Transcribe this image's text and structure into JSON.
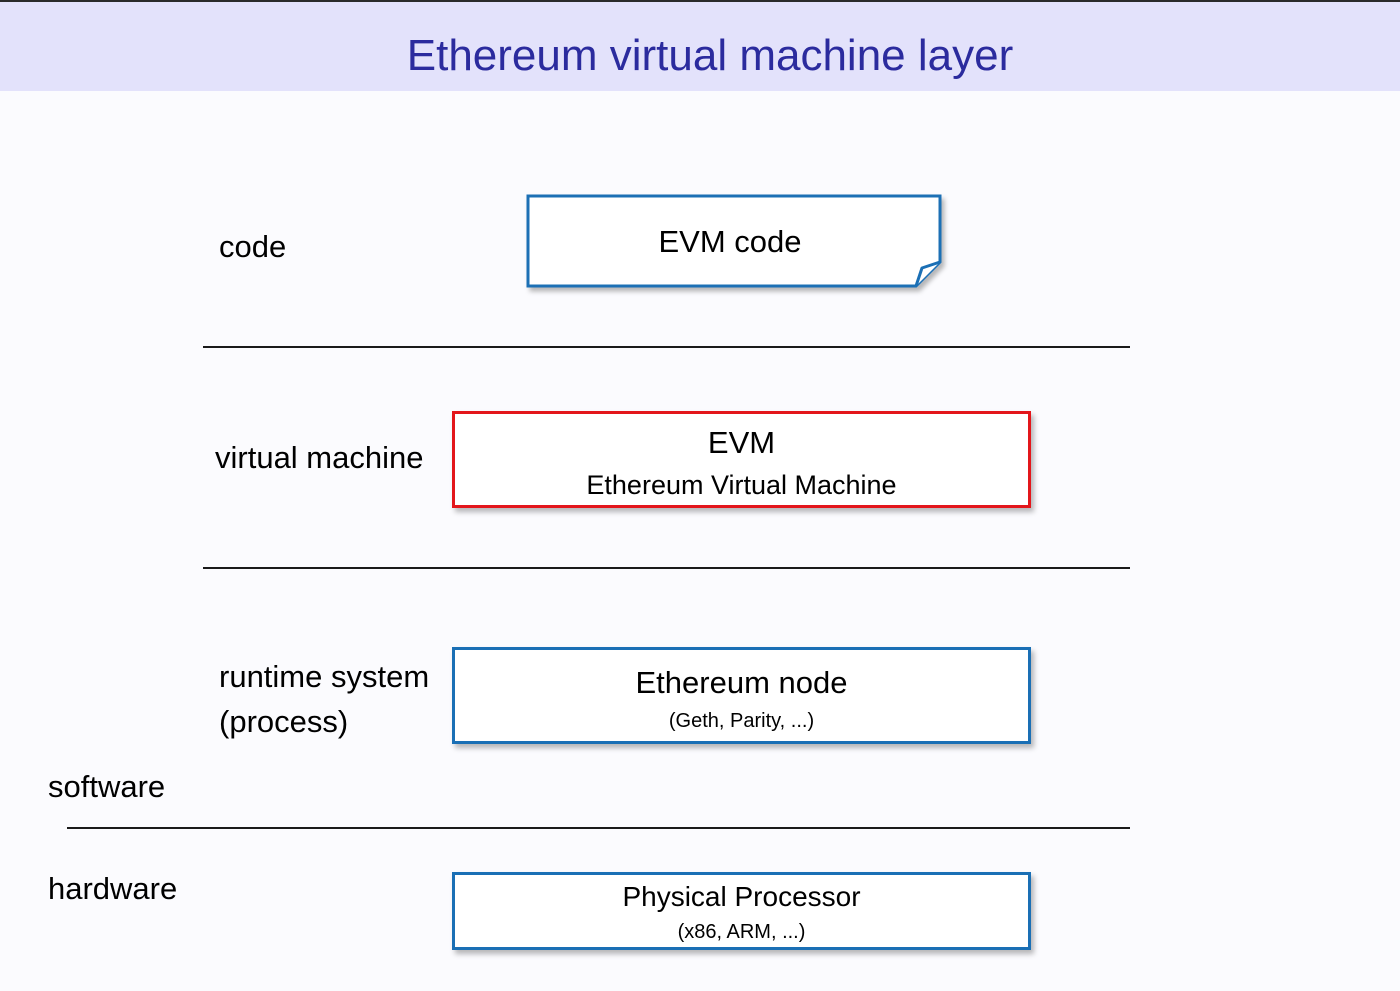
{
  "title": "Ethereum virtual machine layer",
  "layers": {
    "code": "code",
    "virtual_machine": "virtual machine",
    "runtime_line1": "runtime system",
    "runtime_line2": "(process)",
    "software": "software",
    "hardware": "hardware"
  },
  "boxes": {
    "evm_code": {
      "label": "EVM code"
    },
    "evm": {
      "label": "EVM",
      "sublabel": "Ethereum Virtual Machine"
    },
    "node": {
      "label": "Ethereum node",
      "sublabel": "(Geth, Parity, ...)"
    },
    "processor": {
      "label": "Physical Processor",
      "sublabel": "(x86, ARM, ...)"
    }
  },
  "colors": {
    "title_bar": "#e3e2fb",
    "title_text": "#2b2b9e",
    "box_border_blue": "#1a6fb5",
    "box_border_red": "#e3161b"
  }
}
